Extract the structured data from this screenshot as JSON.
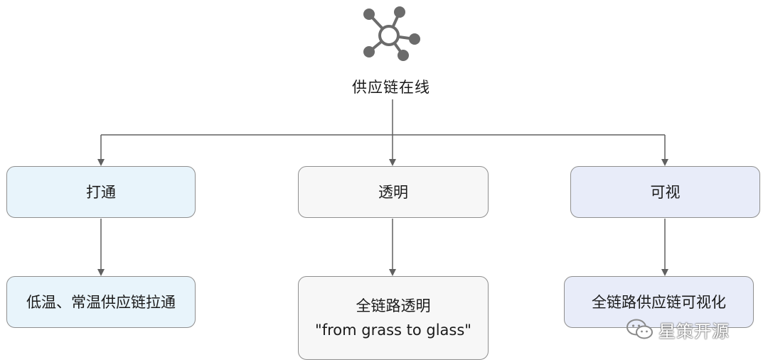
{
  "root": {
    "icon": "network-hub-icon",
    "label": "供应链在线"
  },
  "branches": [
    {
      "label": "打通",
      "color": "#e8f4fb",
      "child": {
        "lines": [
          "低温、常温供应链拉通"
        ]
      }
    },
    {
      "label": "透明",
      "color": "#f7f7f7",
      "child": {
        "lines": [
          "全链路透明",
          "\"from grass to glass\""
        ]
      }
    },
    {
      "label": "可视",
      "color": "#e8ecf9",
      "child": {
        "lines": [
          "全链路供应链可视化"
        ]
      }
    }
  ],
  "colors": {
    "connector": "#606060",
    "border": "#8f8f8f",
    "icon": "#6b6b6b"
  },
  "watermark": {
    "icon": "wechat-icon",
    "text": "星策开源"
  }
}
